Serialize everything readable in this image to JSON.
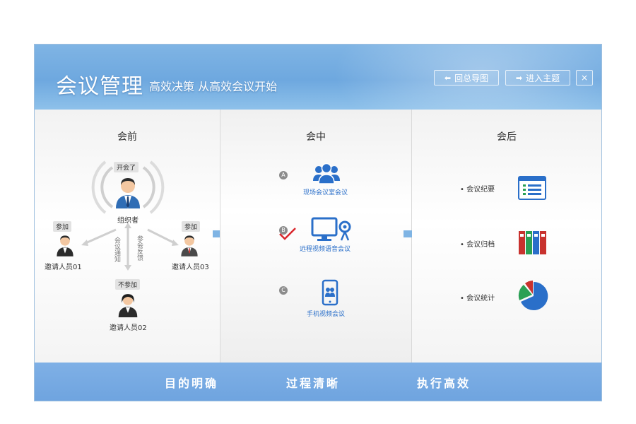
{
  "header": {
    "title": "会议管理",
    "subtitle": "高效决策 从高效会议开始",
    "back_button": "回总导图",
    "enter_button": "进入主题",
    "close_symbol": "×"
  },
  "before": {
    "title": "会前",
    "start_tag": "开会了",
    "organizer": "组织者",
    "join_tag_left": "参加",
    "join_tag_right": "参加",
    "notjoin_tag": "不参加",
    "notice": "会议通知",
    "feedback": "参会反馈",
    "invitee1": "邀请人员01",
    "invitee2": "邀请人员02",
    "invitee3": "邀请人员03"
  },
  "during": {
    "title": "会中",
    "a_letter": "A",
    "b_letter": "B",
    "c_letter": "C",
    "a_label": "现场会议室会议",
    "b_label": "远程视频语音会议",
    "c_label": "手机视频会议"
  },
  "after": {
    "title": "会后",
    "item1": "会议纪要",
    "item2": "会议归档",
    "item3": "会议统计"
  },
  "footer": {
    "item1": "目的明确",
    "item2": "过程清晰",
    "item3": "执行高效"
  },
  "colors": {
    "header_blue": "#6ea8df",
    "accent_blue": "#2a6fc9",
    "check_red": "#d9262c"
  }
}
